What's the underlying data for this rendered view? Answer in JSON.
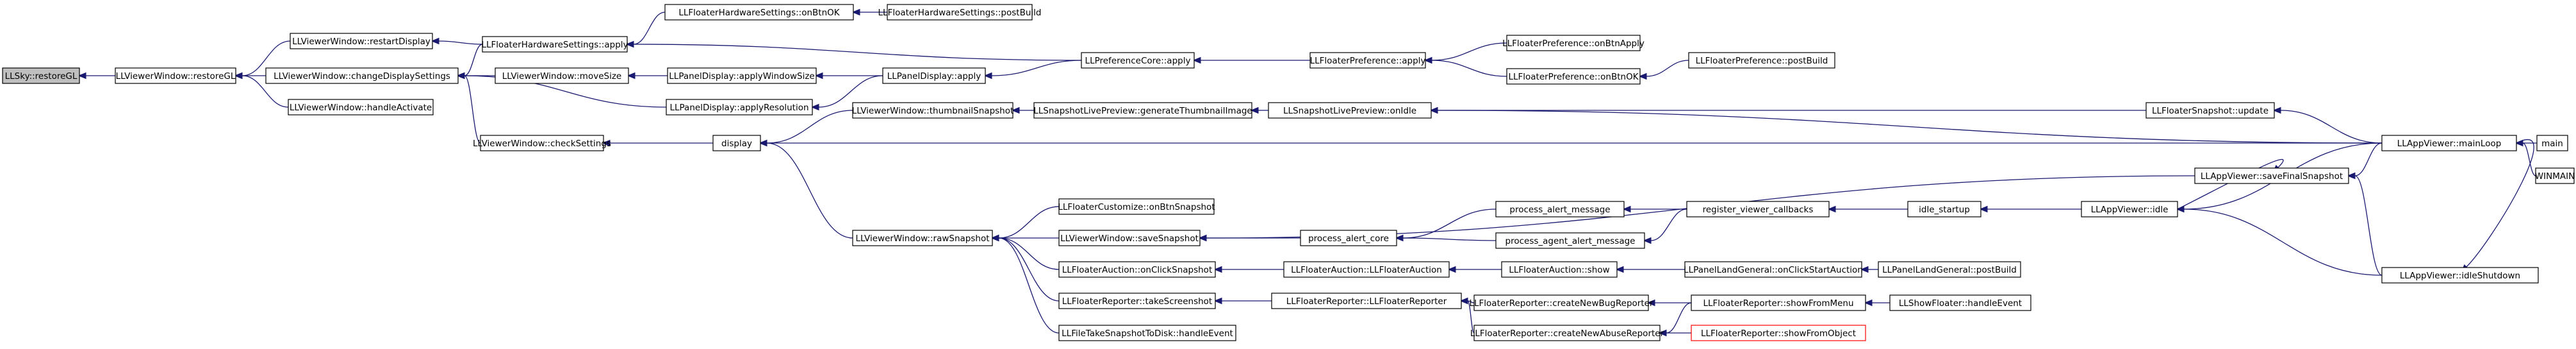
{
  "diagram": {
    "kind": "doxygen-caller-graph",
    "colors": {
      "edge": "#191970",
      "root_fill": "#bfbfbf",
      "node_border": "#000000",
      "missing_border": "#ff0000"
    },
    "nodes": [
      {
        "id": "n0",
        "label": "LLSky::restoreGL",
        "root": true
      },
      {
        "id": "n1",
        "label": "LLViewerWindow::restoreGL"
      },
      {
        "id": "n2",
        "label": "LLViewerWindow::restartDisplay"
      },
      {
        "id": "n3",
        "label": "LLViewerWindow::changeDisplaySettings"
      },
      {
        "id": "n4",
        "label": "LLViewerWindow::handleActivate"
      },
      {
        "id": "n5",
        "label": "LLFloaterHardwareSettings::apply"
      },
      {
        "id": "n6",
        "label": "LLFloaterHardwareSettings::onBtnOK"
      },
      {
        "id": "n7",
        "label": "LLFloaterHardwareSettings::postBuild"
      },
      {
        "id": "n8",
        "label": "LLViewerWindow::moveSize"
      },
      {
        "id": "n9",
        "label": "LLPanelDisplay::applyWindowSize"
      },
      {
        "id": "n10",
        "label": "LLPanelDisplay::apply"
      },
      {
        "id": "n11",
        "label": "LLPanelDisplay::applyResolution"
      },
      {
        "id": "n12",
        "label": "LLPreferenceCore::apply"
      },
      {
        "id": "n13",
        "label": "LLFloaterPreference::apply"
      },
      {
        "id": "n14",
        "label": "LLFloaterPreference::onBtnApply"
      },
      {
        "id": "n15",
        "label": "LLFloaterPreference::onBtnOK"
      },
      {
        "id": "n16",
        "label": "LLFloaterPreference::postBuild"
      },
      {
        "id": "n17",
        "label": "LLViewerWindow::checkSettings"
      },
      {
        "id": "n18",
        "label": "display"
      },
      {
        "id": "n19",
        "label": "LLViewerWindow::thumbnailSnapshot"
      },
      {
        "id": "n20",
        "label": "LLSnapshotLivePreview::generateThumbnailImage"
      },
      {
        "id": "n21",
        "label": "LLSnapshotLivePreview::onIdle"
      },
      {
        "id": "n22",
        "label": "LLFloaterSnapshot::update"
      },
      {
        "id": "n23",
        "label": "LLAppViewer::mainLoop"
      },
      {
        "id": "n24",
        "label": "main"
      },
      {
        "id": "n25",
        "label": "WINMAIN"
      },
      {
        "id": "n26",
        "label": "LLViewerWindow::rawSnapshot"
      },
      {
        "id": "n27",
        "label": "LLFloaterCustomize::onBtnSnapshot"
      },
      {
        "id": "n28",
        "label": "LLViewerWindow::saveSnapshot"
      },
      {
        "id": "n29",
        "label": "process_alert_core"
      },
      {
        "id": "n30",
        "label": "process_alert_message"
      },
      {
        "id": "n31",
        "label": "process_agent_alert_message"
      },
      {
        "id": "n32",
        "label": "register_viewer_callbacks"
      },
      {
        "id": "n33",
        "label": "idle_startup"
      },
      {
        "id": "n34",
        "label": "LLAppViewer::idle"
      },
      {
        "id": "n35",
        "label": "LLAppViewer::saveFinalSnapshot"
      },
      {
        "id": "n36",
        "label": "LLAppViewer::idleShutdown"
      },
      {
        "id": "n37",
        "label": "LLFloaterAuction::onClickSnapshot"
      },
      {
        "id": "n38",
        "label": "LLFloaterAuction::LLFloaterAuction"
      },
      {
        "id": "n39",
        "label": "LLFloaterAuction::show"
      },
      {
        "id": "n40",
        "label": "LLPanelLandGeneral::onClickStartAuction"
      },
      {
        "id": "n41",
        "label": "LLPanelLandGeneral::postBuild"
      },
      {
        "id": "n42",
        "label": "LLFloaterReporter::takeScreenshot"
      },
      {
        "id": "n43",
        "label": "LLFloaterReporter::LLFloaterReporter"
      },
      {
        "id": "n44",
        "label": "LLFloaterReporter::createNewBugReporter"
      },
      {
        "id": "n45",
        "label": "LLFloaterReporter::showFromMenu"
      },
      {
        "id": "n46",
        "label": "LLShowFloater::handleEvent"
      },
      {
        "id": "n47",
        "label": "LLFloaterReporter::createNewAbuseReporter"
      },
      {
        "id": "n48",
        "label": "LLFloaterReporter::showFromObject",
        "missing": true
      },
      {
        "id": "n49",
        "label": "LLFileTakeSnapshotToDisk::handleEvent"
      }
    ],
    "edges": [
      [
        "n1",
        "n0"
      ],
      [
        "n2",
        "n1"
      ],
      [
        "n3",
        "n1"
      ],
      [
        "n4",
        "n1"
      ],
      [
        "n5",
        "n2"
      ],
      [
        "n6",
        "n5"
      ],
      [
        "n7",
        "n6"
      ],
      [
        "n5",
        "n3"
      ],
      [
        "n8",
        "n3"
      ],
      [
        "n9",
        "n8"
      ],
      [
        "n10",
        "n9"
      ],
      [
        "n11",
        "n3"
      ],
      [
        "n10",
        "n11"
      ],
      [
        "n17",
        "n3"
      ],
      [
        "n12",
        "n5"
      ],
      [
        "n12",
        "n10"
      ],
      [
        "n13",
        "n12"
      ],
      [
        "n14",
        "n13"
      ],
      [
        "n15",
        "n13"
      ],
      [
        "n16",
        "n15"
      ],
      [
        "n18",
        "n17"
      ],
      [
        "n19",
        "n18"
      ],
      [
        "n20",
        "n19"
      ],
      [
        "n21",
        "n20"
      ],
      [
        "n22",
        "n21"
      ],
      [
        "n23",
        "n22"
      ],
      [
        "n23",
        "n21"
      ],
      [
        "n23",
        "n18"
      ],
      [
        "n24",
        "n23"
      ],
      [
        "n25",
        "n23"
      ],
      [
        "n26",
        "n18"
      ],
      [
        "n27",
        "n26"
      ],
      [
        "n28",
        "n26"
      ],
      [
        "n37",
        "n26"
      ],
      [
        "n42",
        "n26"
      ],
      [
        "n49",
        "n26"
      ],
      [
        "n35",
        "n28"
      ],
      [
        "n29",
        "n28"
      ],
      [
        "n30",
        "n29"
      ],
      [
        "n31",
        "n29"
      ],
      [
        "n32",
        "n30"
      ],
      [
        "n32",
        "n31"
      ],
      [
        "n33",
        "n32"
      ],
      [
        "n34",
        "n33"
      ],
      [
        "n23",
        "n34"
      ],
      [
        "n36",
        "n34"
      ],
      [
        "n34",
        "n35"
      ],
      [
        "n23",
        "n35"
      ],
      [
        "n36",
        "n35"
      ],
      [
        "n23",
        "n36"
      ],
      [
        "n38",
        "n37"
      ],
      [
        "n39",
        "n38"
      ],
      [
        "n40",
        "n39"
      ],
      [
        "n41",
        "n40"
      ],
      [
        "n43",
        "n42"
      ],
      [
        "n44",
        "n43"
      ],
      [
        "n47",
        "n43"
      ],
      [
        "n45",
        "n44"
      ],
      [
        "n45",
        "n47"
      ],
      [
        "n48",
        "n47"
      ],
      [
        "n46",
        "n45"
      ]
    ]
  }
}
